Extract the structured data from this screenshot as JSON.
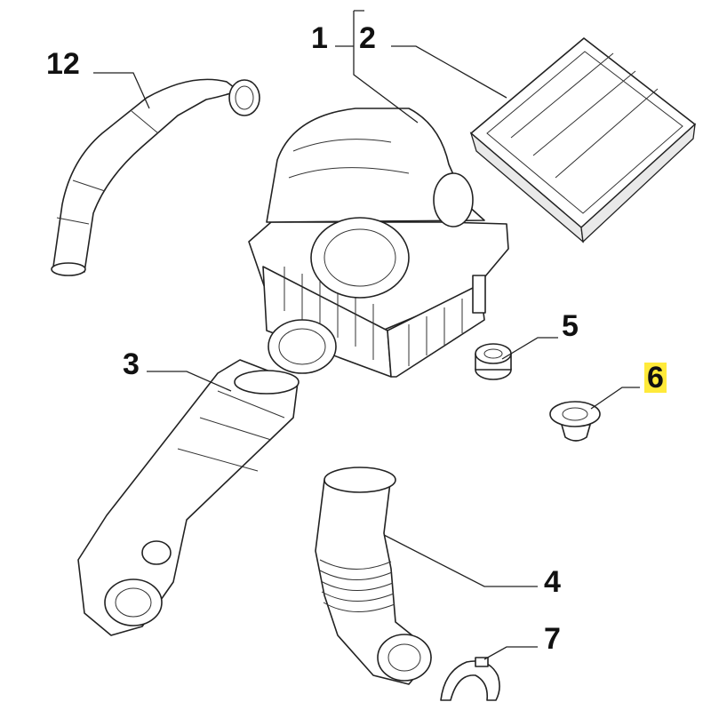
{
  "diagram": {
    "callouts": [
      {
        "id": "1",
        "label": "1"
      },
      {
        "id": "2",
        "label": "2"
      },
      {
        "id": "3",
        "label": "3"
      },
      {
        "id": "4",
        "label": "4"
      },
      {
        "id": "5",
        "label": "5"
      },
      {
        "id": "6",
        "label": "6",
        "highlighted": true
      },
      {
        "id": "7",
        "label": "7"
      },
      {
        "id": "12",
        "label": "12"
      }
    ],
    "highlight_color": "#ffea3a"
  }
}
